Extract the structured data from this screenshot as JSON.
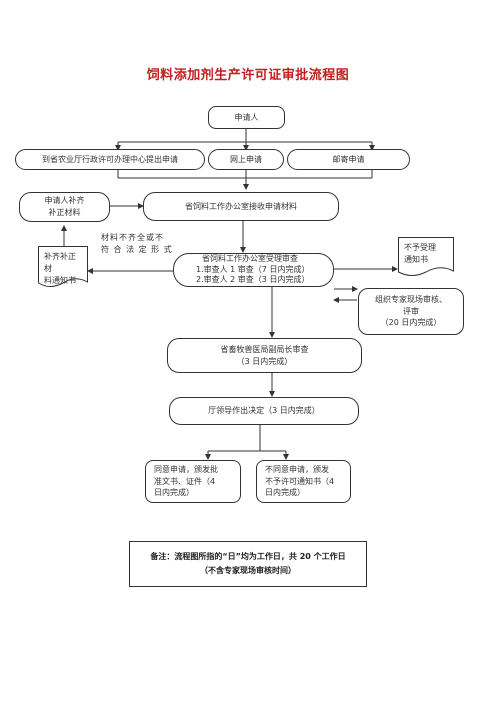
{
  "title": "饲料添加剂生产许可证审批流程图",
  "nodes": {
    "applicant": "申请人",
    "submit_center": "到省农业厅行政许可办理中心提出申请",
    "online": "网上申请",
    "mail": "邮寄申请",
    "supplement": [
      "申请人补齐",
      "补正材料"
    ],
    "receive": "省饲料工作办公室接收申请材料",
    "supplement_notice": [
      "补齐补正材",
      "料通知书"
    ],
    "incomplete_note": [
      "材料不齐全或不",
      "符 合 法 定 形 式"
    ],
    "accept_review": [
      "省饲料工作办公室受理审查",
      "1.审查人 1 审查（7 日内完成）",
      "2.审查人 2 审查（3 日内完成）"
    ],
    "reject_notice": [
      "不予受理",
      "通知书"
    ],
    "expert_review": [
      "组织专家现场审核、",
      "评审",
      "（20 日内完成）"
    ],
    "deputy_review": [
      "省畜牧兽医局副局长审查",
      "（3 日内完成）"
    ],
    "leader_decision": "厅领导作出决定（3 日内完成）",
    "approve": [
      "同意申请，颁发批",
      "准文书、证件（4",
      "日内完成）"
    ],
    "disapprove": [
      "不同意申请，颁发",
      "不予许可通知书（4",
      "日内完成）"
    ]
  },
  "remark": {
    "line1": "备注：流程图所指的“日”均为工作日，共 20 个工作日",
    "line2": "（不含专家现场审核时间）"
  }
}
